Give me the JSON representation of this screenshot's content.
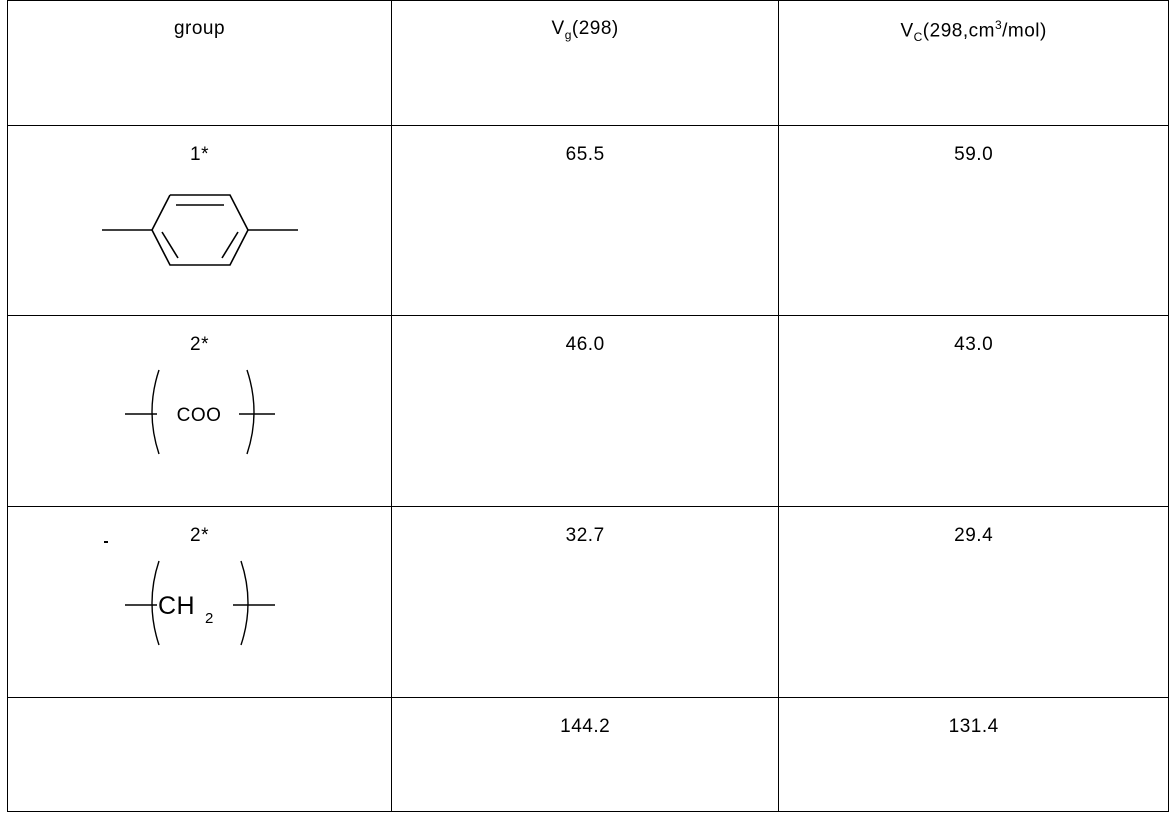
{
  "table": {
    "header": {
      "group": "group",
      "vg_base": "V",
      "vg_sub": "g",
      "vg_rest": "(298)",
      "vc_base": "V",
      "vc_sub": "C",
      "vc_rest_a": "(298,cm",
      "vc_sup": "3",
      "vc_rest_b": "/mol)"
    },
    "rows": [
      {
        "label": "1*",
        "vg": "65.5",
        "vc": "59.0",
        "structure": "p-phenylene"
      },
      {
        "label": "2*",
        "vg": "46.0",
        "vc": "43.0",
        "structure": "ester",
        "formula_text": "COO"
      },
      {
        "label": "2*",
        "vg": "32.7",
        "vc": "29.4",
        "structure": "methylene",
        "formula_main": "CH",
        "formula_sub": "2"
      },
      {
        "label": "",
        "vg": "144.2",
        "vc": "131.4"
      }
    ]
  }
}
